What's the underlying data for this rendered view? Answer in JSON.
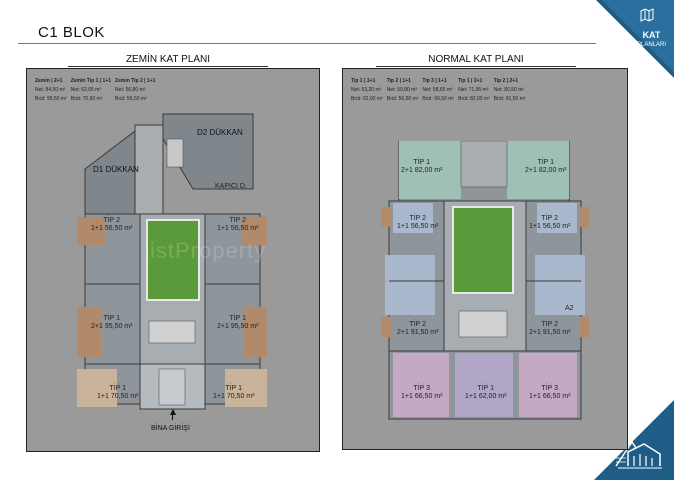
{
  "header": {
    "title": "C1 BLOK",
    "badge_line1": "KAT",
    "badge_line2": "PLANLARI"
  },
  "ground_floor": {
    "title": "ZEMİN KAT PLANI",
    "stats": {
      "columns": [
        "Zemin | 2+1",
        "Zemin Tip 1 | 1+1",
        "Zemin Tip 2 | 1+1"
      ],
      "net": [
        "Net: 84,50 m²",
        "Net: 62,65 m²",
        "Net: 50,80 m²"
      ],
      "gross": [
        "Brüt: 95,50 m²",
        "Brüt: 70,50 m²",
        "Brüt: 56,50 m²"
      ]
    },
    "shops": [
      "D1 DÜKKAN",
      "D2 DÜKKAN"
    ],
    "door_label": "KAPICI D.",
    "units": [
      {
        "line1": "TİP 2",
        "line2": "1+1 56,50 m²"
      },
      {
        "line1": "TİP 2",
        "line2": "1+1 56,50 m²"
      },
      {
        "line1": "TİP 1",
        "line2": "2+1 95,50 m²"
      },
      {
        "line1": "TİP 1",
        "line2": "2+1 95,50 m²"
      },
      {
        "line1": "TİP 1",
        "line2": "1+1 70,50 m²"
      },
      {
        "line1": "TİP 1",
        "line2": "1+1 70,50 m²"
      }
    ],
    "entrance": "BİNA GİRİŞİ"
  },
  "normal_floor": {
    "title": "NORMAL KAT PLANI",
    "stats": {
      "columns": [
        "Tip 1 | 1+1",
        "Tip 2 | 1+1",
        "Tip 3 | 1+1",
        "Tip 1 | 2+1",
        "Tip 2 | 2+1"
      ],
      "net": [
        "Net: 53,20 m²",
        "Net: 50,80 m²",
        "Net: 58,65 m²",
        "Net: 71,95 m²",
        "Net: 80,50 m²"
      ],
      "gross": [
        "Brüt: 62,00 m²",
        "Brüt: 56,50 m²",
        "Brüt: 66,50 m²",
        "Brüt: 82,00 m²",
        "Brüt: 91,50 m²"
      ]
    },
    "units": [
      {
        "line1": "TİP 1",
        "line2": "2+1 82,00 m²"
      },
      {
        "line1": "TİP 1",
        "line2": "2+1 82,00 m²"
      },
      {
        "line1": "TİP 2",
        "line2": "1+1 56,50 m²"
      },
      {
        "line1": "TİP 2",
        "line2": "1+1 56,50 m²"
      },
      {
        "line1": "TİP 2",
        "line2": "2+1 91,50 m²"
      },
      {
        "line1": "TİP 2",
        "line2": "2+1 91,50 m²"
      },
      {
        "line1": "TİP 3",
        "line2": "1+1 66,50 m²"
      },
      {
        "line1": "TİP 1",
        "line2": "1+1 62,00 m²"
      },
      {
        "line1": "TİP 3",
        "line2": "1+1 66,50 m²"
      }
    ],
    "marker": "A2"
  },
  "watermark": "istProperty",
  "colors": {
    "brand_blue": "#1f5c86",
    "panel_gray": "#9a9a9a",
    "plan_gray": "#7f868c",
    "garden_green": "#5a9a3a",
    "wood": "#b08a6a",
    "teal_unit": "#9fc0b4",
    "blue_unit": "#a9b8cc",
    "beige_unit": "#c9b39a",
    "pink_unit": "#c4a8c4",
    "lilac_unit": "#b2a6c6"
  }
}
